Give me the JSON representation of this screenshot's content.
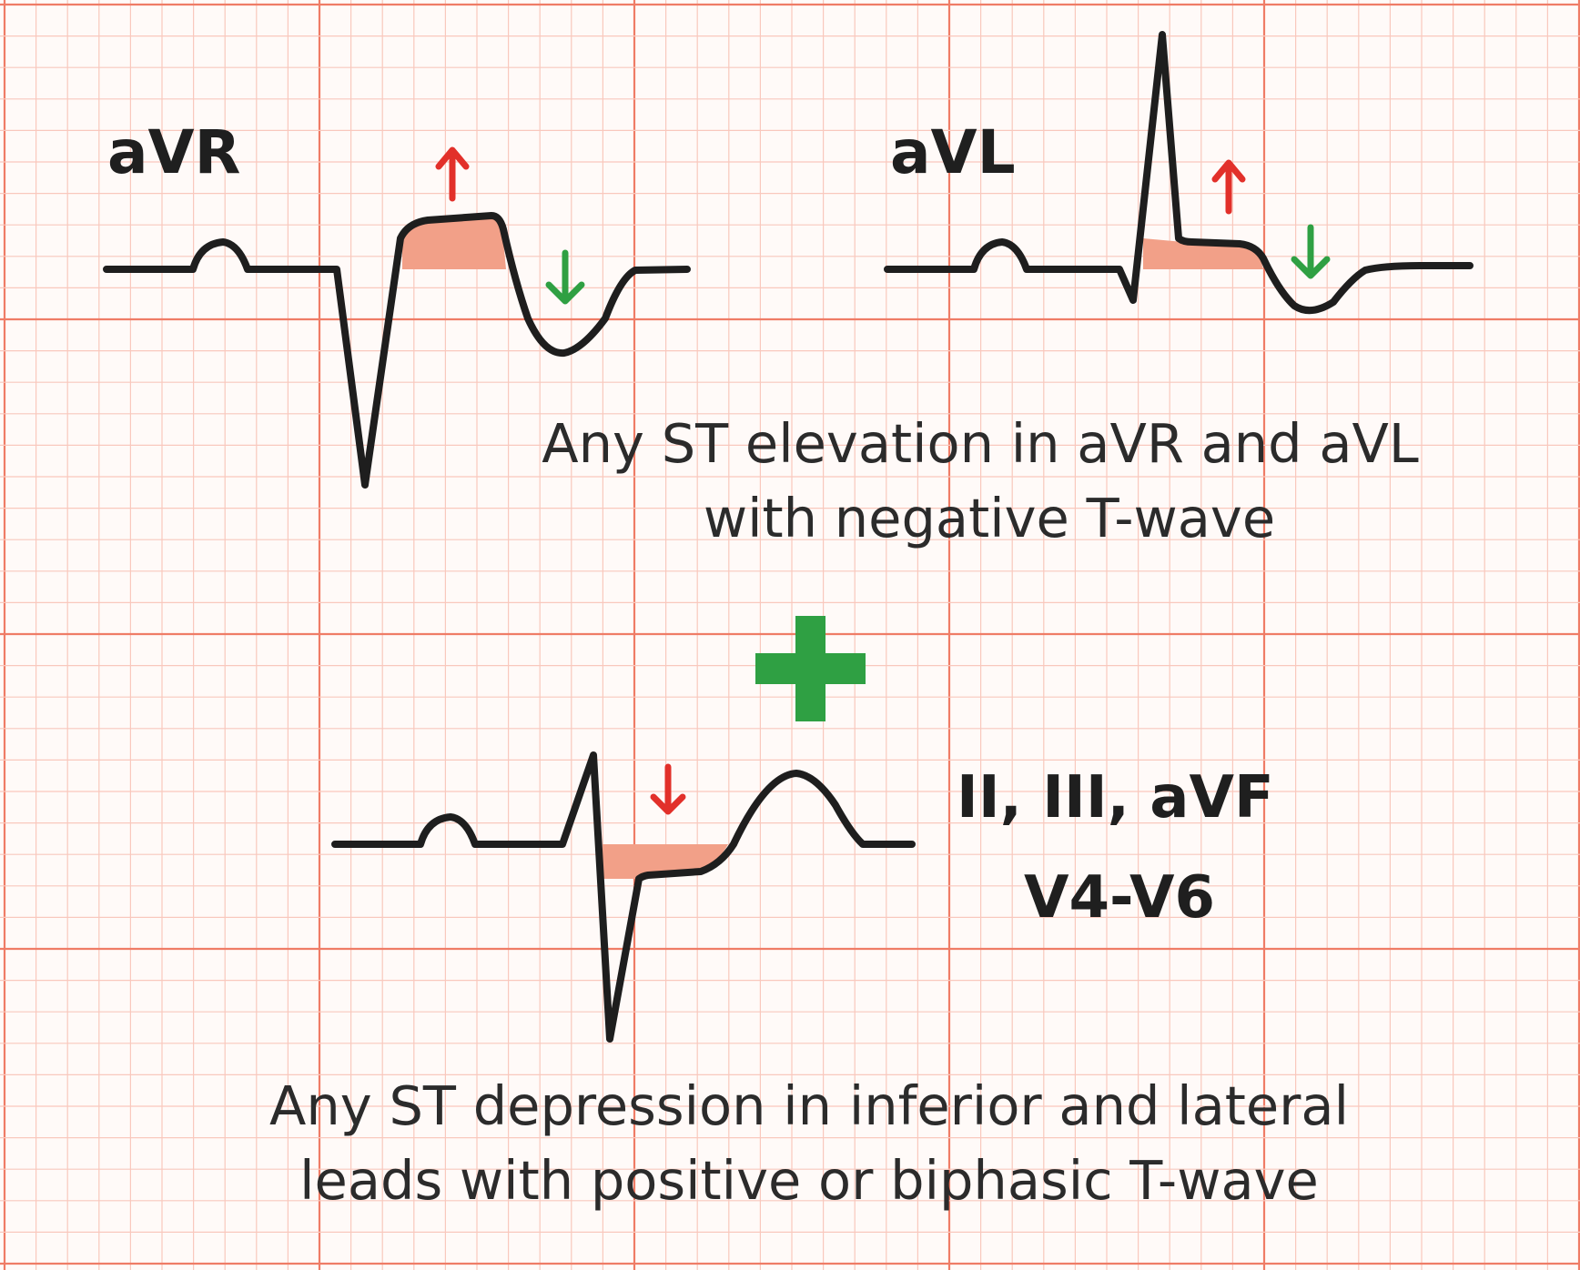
{
  "labels": {
    "avr": "aVR",
    "avl": "aVL",
    "inferior_line1": "II, III, aVF",
    "inferior_line2": "V4-V6"
  },
  "captions": {
    "elevation_line1": "Any ST elevation in aVR and aVL",
    "elevation_line2": "with negative T-wave",
    "depression_line1": "Any ST depression in inferior and lateral",
    "depression_line2": "leads with positive or biphasic T-wave"
  },
  "colors": {
    "grid_minor": "#f9c8bd",
    "grid_major": "#ef7c66",
    "trace": "#1e1e1e",
    "st_segment": "#f2a088",
    "arrow_up": "#e2302a",
    "arrow_down": "#2fa043",
    "plus": "#2fa043"
  },
  "icons": {
    "avr_up": "arrow-up-icon",
    "avr_down": "arrow-down-icon",
    "avl_up": "arrow-up-icon",
    "avl_down": "arrow-down-icon",
    "inferior_down": "arrow-down-icon",
    "plus": "plus-icon"
  }
}
